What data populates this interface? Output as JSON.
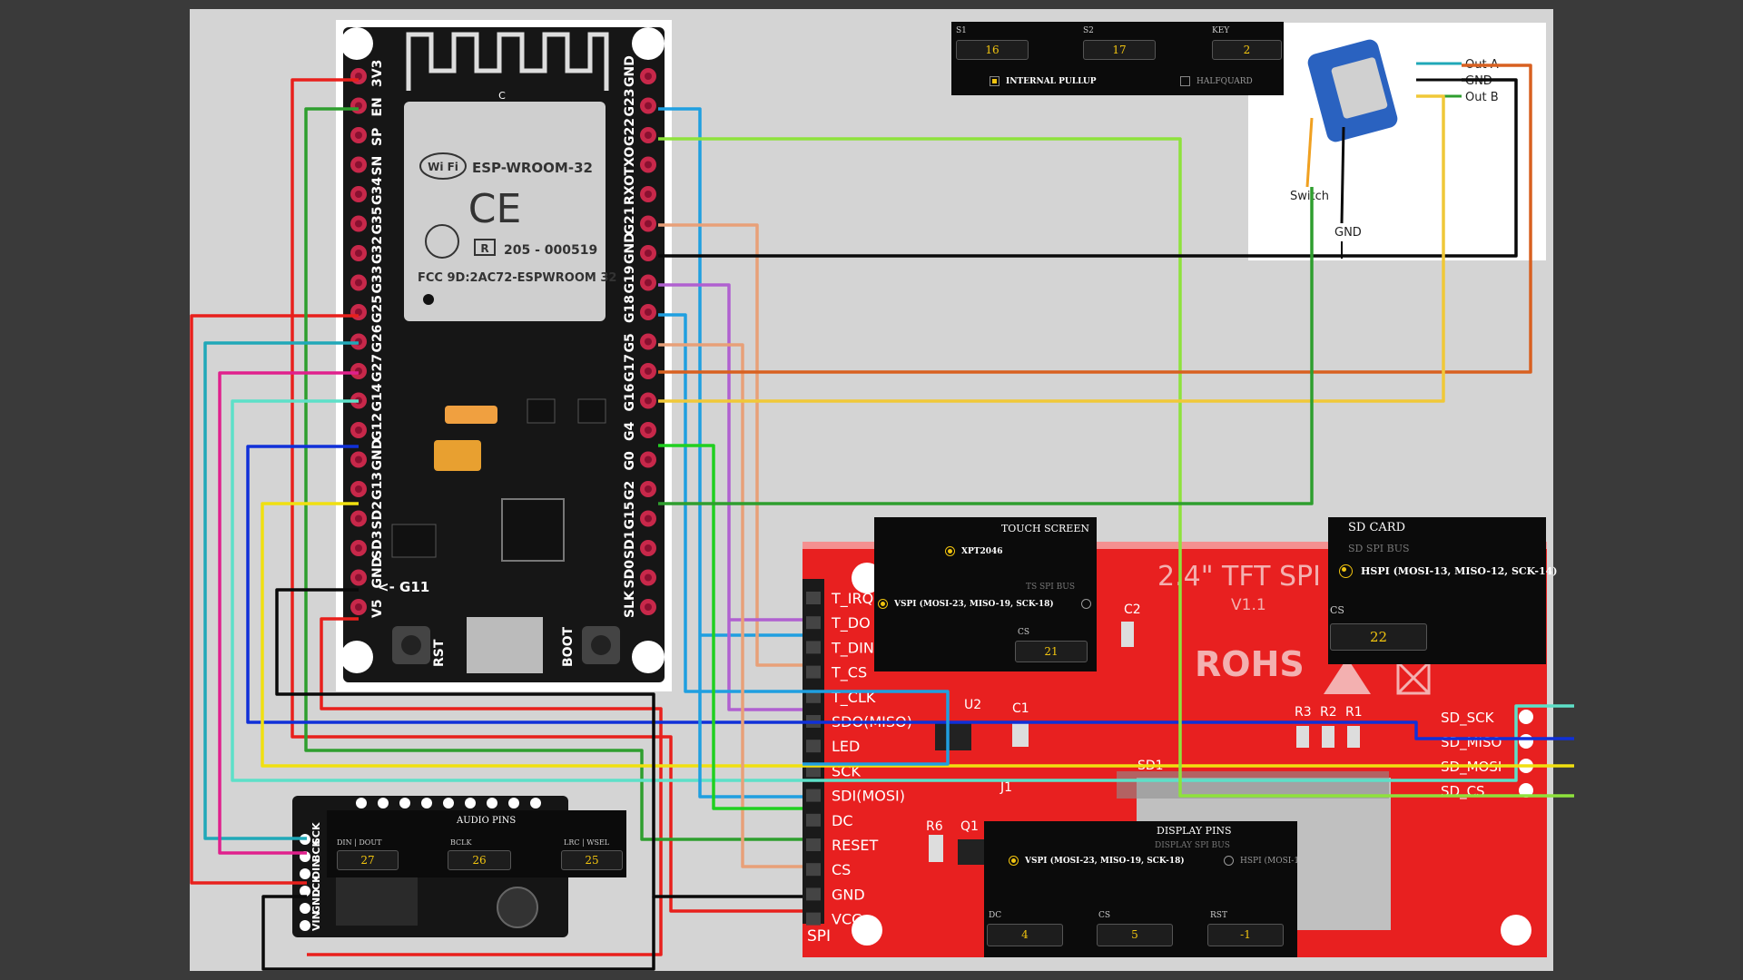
{
  "esp32": {
    "module_label": "ESP-WROOM-32",
    "wifi_label": "Wi Fi",
    "ce_label": "CE",
    "r_code": "205 - 000519",
    "fcc_label": "FCC 9D:2AC72-ESPWROOM 32",
    "c_mark": "C",
    "rst_label": "RST",
    "boot_label": "BOOT",
    "g11_label": "<- G11",
    "left_pins": [
      "3V3",
      "EN",
      "SP",
      "SN",
      "G34",
      "G35",
      "G32",
      "G33",
      "G25",
      "G26",
      "G27",
      "G14",
      "G12",
      "GND",
      "G13",
      "SD2",
      "SD3",
      "GND",
      "V5"
    ],
    "right_pins": [
      "GND",
      "G23",
      "G22",
      "TXO",
      "RXO",
      "G21",
      "GND",
      "G19",
      "G18",
      "G5",
      "G17",
      "G16",
      "G4",
      "G0",
      "G2",
      "G15",
      "SD1",
      "SD0",
      "SLK"
    ]
  },
  "encoder_panel": {
    "s1_label": "S1",
    "s1_value": "16",
    "s2_label": "S2",
    "s2_value": "17",
    "key_label": "KEY",
    "key_value": "2",
    "pullup_label": "INTERNAL PULLUP",
    "pullup_checked": true,
    "halfquad_label": "HALFQUARD",
    "halfquad_checked": false
  },
  "encoder": {
    "out_a": "Out A",
    "gnd": "GND",
    "out_b": "Out B",
    "switch": "Switch",
    "gnd_bottom": "GND"
  },
  "touch_panel": {
    "title": "TOUCH SCREEN",
    "chip_option": "XPT2046",
    "bus_label": "TS SPI BUS",
    "bus_option": "VSPI (MOSI-23, MISO-19, SCK-18)",
    "cs_label": "CS",
    "cs_value": "21"
  },
  "sd_panel": {
    "title": "SD CARD",
    "bus_label": "SD SPI BUS",
    "bus_option": "HSPI (MOSI-13, MISO-12, SCK-14)",
    "cs_label": "CS",
    "cs_value": "22"
  },
  "display_panel": {
    "title": "DISPLAY PINS",
    "bus_label": "DISPLAY SPI BUS",
    "option_vspi": "VSPI (MOSI-23, MISO-19, SCK-18)",
    "option_hspi": "HSPI (MOSI-1",
    "dc_label": "DC",
    "dc_value": "4",
    "cs_label": "CS",
    "cs_value": "5",
    "rst_label": "RST",
    "rst_value": "-1"
  },
  "audio_panel": {
    "title": "AUDIO PINS",
    "din_label": "DIN | DOUT",
    "din_value": "27",
    "bclk_label": "BCLK",
    "bclk_value": "26",
    "lrc_label": "LRC | WSEL",
    "lrc_value": "25"
  },
  "audio_board": {
    "pins": [
      "VIN",
      "GND",
      "LCK",
      "DIN",
      "BCK",
      "SCK"
    ]
  },
  "tft": {
    "title": "2.4\" TFT SPI",
    "version": "V1.1",
    "rohs": "ROHS",
    "left_pins": [
      "T_IRQ",
      "T_DO",
      "T_DIN",
      "T_CS",
      "T_CLK",
      "SDO(MISO)",
      "LED",
      "SCK",
      "SDI(MOSI)",
      "DC",
      "RESET",
      "CS",
      "GND",
      "VCC"
    ],
    "spi_label": "SPI",
    "sd_pins": [
      "SD_SCK",
      "SD_MISO",
      "SD_MOSI",
      "SD_CS"
    ],
    "components": [
      "C2",
      "U2",
      "C1",
      "R6",
      "Q1",
      "J1",
      "SD1",
      "R3",
      "R2",
      "R1"
    ]
  },
  "colors": {
    "red": "#e8201c",
    "green": "#2e9e2e",
    "lime": "#8ee23c",
    "blue": "#1f9fe0",
    "darkblue": "#1030d8",
    "magenta": "#e0208c",
    "aqua": "#5de0c8",
    "yellow": "#f0e010",
    "black": "#0a0a0a",
    "peach": "#e8a078",
    "purple": "#b060d0",
    "orange": "#d86020",
    "gold": "#f0c838",
    "brightgreen": "#20d020",
    "teal": "#20a8b8"
  }
}
